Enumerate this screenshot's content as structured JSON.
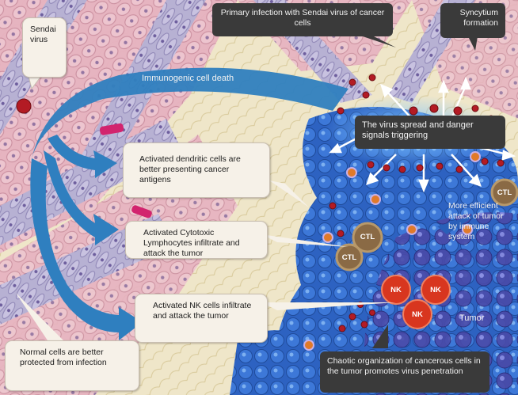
{
  "labels": {
    "sendai_virus": "Sendai virus",
    "primary_infection": "Primary infection with Sendai virus of cancer cells",
    "syncytium": "Syncytium formation",
    "immunogenic_death": "Immunogenic cell death",
    "virus_spread": "The virus spread and danger signals triggering",
    "dendritic": "Activated dendritic cells are better presenting cancer antigens",
    "ctl_infiltrate": "Activated Cytotoxic Lymphocytes infiltrate and attack the tumor",
    "nk_infiltrate": "Activated NK cells infiltrate and attack the tumor",
    "efficient_attack": "More efficient attack of tumor by immune system",
    "normal_cells": "Normal cells are better protected from infection",
    "tumor": "Tumor",
    "chaotic": "Chaotic organization of cancerous cells in the tumor promotes virus penetration"
  },
  "cells": {
    "ctl": "CTL",
    "nk": "NK"
  },
  "colors": {
    "arrow_blue": "#2f7fbf",
    "tumor_blue": "#2a5fb8",
    "tissue_pink": "#e3a9b9",
    "vessel_purple": "#a49cc6",
    "background": "#f4eed6",
    "callout_dark": "#3a3a3a",
    "callout_light": "#f6f1e8",
    "nk_red": "#d8361f",
    "ctl_brown": "#8a6a45"
  }
}
